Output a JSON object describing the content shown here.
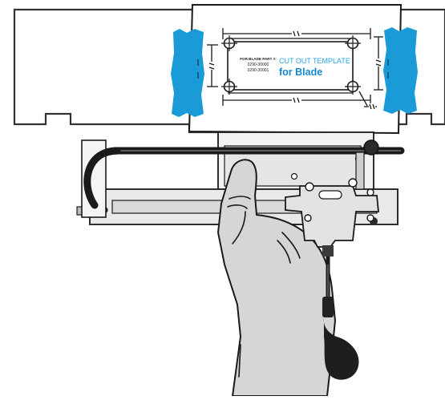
{
  "template": {
    "part_label": "FOR BLADE PART #:",
    "part_numbers": [
      "0290-30000",
      "0290-30001"
    ],
    "title": "CUT OUT TEMPLATE",
    "subtitle": "for Blade"
  },
  "colors": {
    "tape": "#1a9ad6",
    "title": "#29a3df",
    "subtitle": "#1788cf",
    "stroke": "#1a1a1a",
    "wall": "#ffffff",
    "glove": "#d5d6d8",
    "bracket": "#e9e9ea",
    "bracket_dark": "#c8c8ca"
  },
  "icons": [
    "screw-hole-icon",
    "dimension-arrow-icon",
    "power-cable-icon"
  ]
}
